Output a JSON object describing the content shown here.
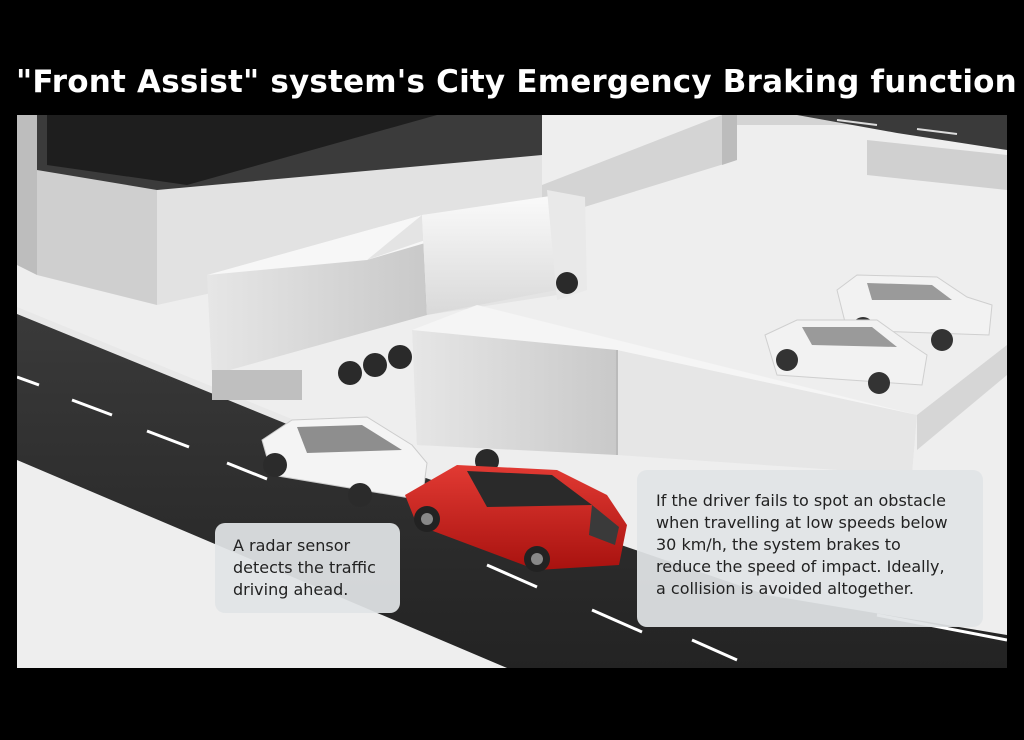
{
  "title": "\"Front Assist\" system's City Emergency Braking function",
  "callouts": {
    "radar": [
      "A radar sensor",
      "detects the traffic",
      "driving ahead."
    ],
    "braking": [
      "If the driver fails to spot an obstacle",
      "when travelling at low speeds below",
      "30 km/h, the system brakes to",
      "reduce the speed of impact. Ideally,",
      "a collision is avoided altogether."
    ]
  },
  "colors": {
    "background": "#000000",
    "road": "#2b2b2b",
    "ground": "#eeeeee",
    "building": "#d8d8d8",
    "vehicle_white": "#f2f2f2",
    "car_red": "#c8201c",
    "callout_bg": "#e1e4e6"
  },
  "icons": {
    "ego_car": "red-car-illustration",
    "lead_car": "white-car-illustration",
    "trucks": "white-truck-illustration"
  }
}
